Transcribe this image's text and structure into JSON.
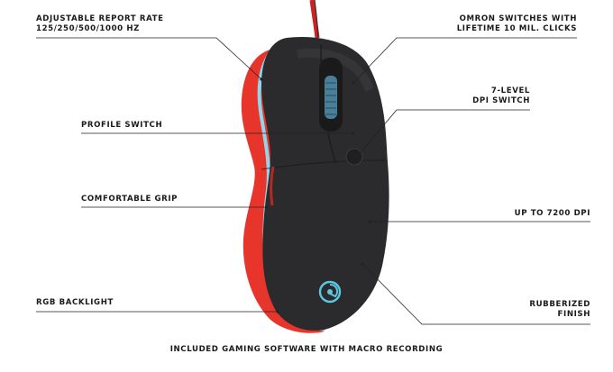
{
  "callouts": {
    "report_rate_line1": "ADJUSTABLE REPORT RATE",
    "report_rate_line2": "125/250/500/1000 HZ",
    "switches_line1": "OMRON SWITCHES WITH",
    "switches_line2": "LIFETIME 10 MIL. CLICKS",
    "dpi_switch_line1": "7-LEVEL",
    "dpi_switch_line2": "DPI SWITCH",
    "profile_switch": "PROFILE SWITCH",
    "grip": "COMFORTABLE GRIP",
    "dpi": "UP TO 7200 DPI",
    "rgb": "RGB BACKLIGHT",
    "finish_line1": "RUBBERIZED",
    "finish_line2": "FINISH"
  },
  "footer": "INCLUDED GAMING SOFTWARE WITH MACRO RECORDING",
  "colors": {
    "shell": "#2b2b2d",
    "side_red": "#e8352c",
    "backlight": "#7fd0e8",
    "logo": "#5bc8e0"
  },
  "icons": {
    "logo": "genesis-g-logo-icon"
  }
}
